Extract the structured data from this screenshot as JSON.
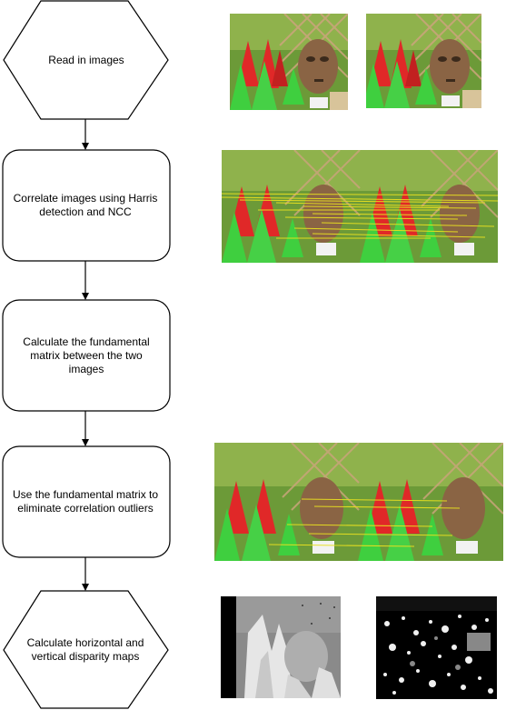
{
  "steps": [
    {
      "label": "Read in images",
      "shape": "hexagon"
    },
    {
      "label": "Correlate images using Harris detection and NCC",
      "shape": "rounded-rectangle"
    },
    {
      "label": "Calculate the fundamental matrix between the two images",
      "shape": "rounded-rectangle"
    },
    {
      "label": "Use the fundamental matrix to eliminate correlation outliers",
      "shape": "rounded-rectangle"
    },
    {
      "label": "Calculate horizontal and vertical disparity maps",
      "shape": "hexagon"
    }
  ],
  "images": [
    {
      "name": "input-image-left",
      "depicts": "scene-photo"
    },
    {
      "name": "input-image-right",
      "depicts": "scene-photo"
    },
    {
      "name": "correlation-image",
      "depicts": "stereo-pair-with-match-lines"
    },
    {
      "name": "filtered-correlation-image",
      "depicts": "stereo-pair-with-inlier-lines"
    },
    {
      "name": "horizontal-disparity-map",
      "depicts": "grayscale-map"
    },
    {
      "name": "vertical-disparity-map",
      "depicts": "noisy-binary-map"
    }
  ],
  "colors": {
    "stroke": "#000000",
    "background": "#ffffff",
    "match_line": "#e8e020",
    "lattice": "#c9a57a",
    "cone_green": "#3fcf3f",
    "cone_red": "#e02828",
    "mask": "#8a6444"
  }
}
